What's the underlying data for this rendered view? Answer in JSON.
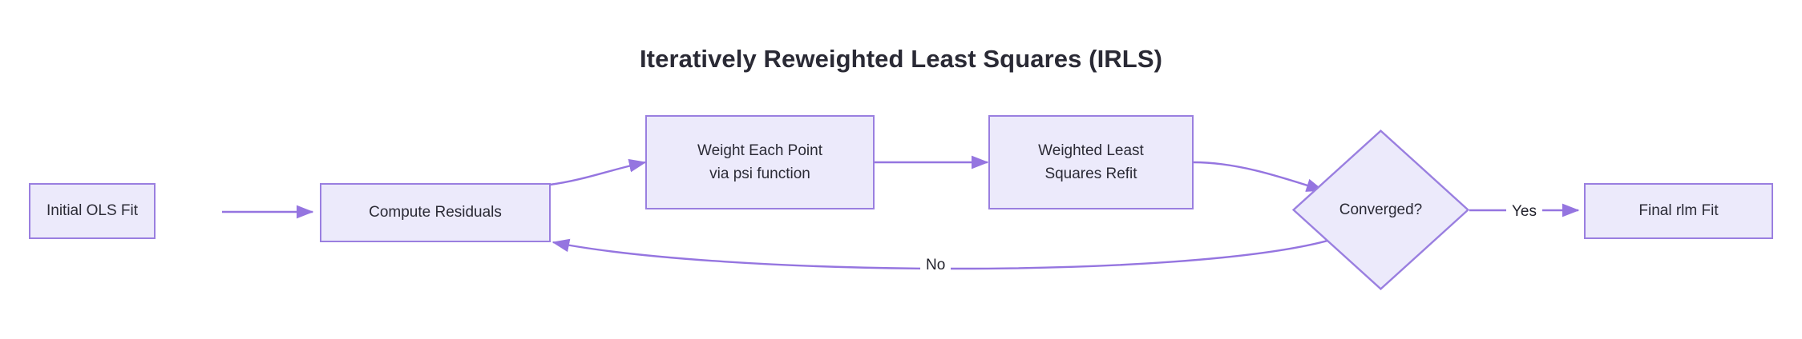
{
  "diagram": {
    "title": "Iteratively Reweighted Least Squares (IRLS)",
    "type": "flowchart",
    "colors": {
      "node_fill": "#ECEAFB",
      "node_border": "#9A7FE0",
      "edge_stroke": "#9575E0",
      "text": "#2b2b36",
      "title_text": "#2a2a35",
      "background": "#ffffff"
    },
    "nodes": [
      {
        "id": "initial-ols-fit",
        "shape": "rect",
        "lines": [
          "Initial OLS Fit"
        ],
        "label": "Initial OLS Fit"
      },
      {
        "id": "compute-residuals",
        "shape": "rect",
        "lines": [
          "Compute Residuals"
        ],
        "label": "Compute Residuals"
      },
      {
        "id": "weight-each-point",
        "shape": "rect",
        "lines": [
          "Weight Each Point",
          "via psi function"
        ],
        "label": "Weight Each Point via psi function"
      },
      {
        "id": "weighted-least-squares-refit",
        "shape": "rect",
        "lines": [
          "Weighted Least",
          "Squares Refit"
        ],
        "label": "Weighted Least Squares Refit"
      },
      {
        "id": "converged",
        "shape": "diamond",
        "lines": [
          "Converged?"
        ],
        "label": "Converged?"
      },
      {
        "id": "final-rlm-fit",
        "shape": "rect",
        "lines": [
          "Final rlm Fit"
        ],
        "label": "Final rlm Fit"
      }
    ],
    "edges": [
      {
        "id": "e1",
        "from": "initial-ols-fit",
        "to": "compute-residuals",
        "label": ""
      },
      {
        "id": "e2",
        "from": "compute-residuals",
        "to": "weight-each-point",
        "label": ""
      },
      {
        "id": "e3",
        "from": "weight-each-point",
        "to": "weighted-least-squares-refit",
        "label": ""
      },
      {
        "id": "e4",
        "from": "weighted-least-squares-refit",
        "to": "converged",
        "label": ""
      },
      {
        "id": "e5",
        "from": "converged",
        "to": "final-rlm-fit",
        "label": "Yes"
      },
      {
        "id": "e6",
        "from": "converged",
        "to": "compute-residuals",
        "label": "No"
      }
    ],
    "edge_labels": {
      "yes": "Yes",
      "no": "No"
    }
  }
}
